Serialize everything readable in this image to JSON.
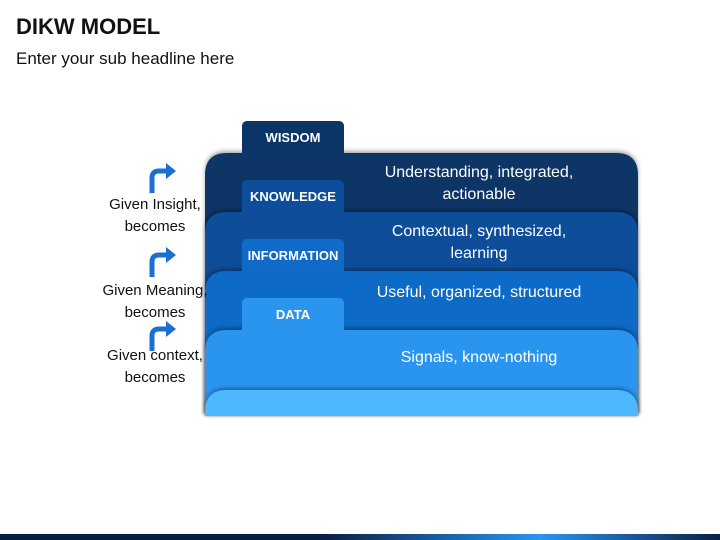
{
  "header": {
    "title": "DIKW MODEL",
    "subtitle": "Enter your sub headline here"
  },
  "layers": [
    {
      "tab": "WISDOM",
      "description_lines": [
        "Understanding, integrated,",
        "actionable"
      ],
      "color": "#0a3566"
    },
    {
      "tab": "KNOWLEDGE",
      "description_lines": [
        "Contextual, synthesized,",
        "learning"
      ],
      "color": "#0d4d99"
    },
    {
      "tab": "INFORMATION",
      "description_lines": [
        "Useful, organized, structured"
      ],
      "color": "#0f6bc7"
    },
    {
      "tab": "DATA",
      "description_lines": [
        "Signals, know-nothing"
      ],
      "color": "#2a95ef"
    },
    {
      "tab": "",
      "description_lines": [],
      "color": "#4db8ff"
    }
  ],
  "transitions": [
    {
      "lines": [
        "Given Insight,",
        "becomes"
      ]
    },
    {
      "lines": [
        "Given Meaning,",
        "becomes"
      ]
    },
    {
      "lines": [
        "Given context,",
        "becomes"
      ]
    }
  ],
  "colors": {
    "arrow": "#1a6fd1",
    "text_dark": "#111111",
    "text_light": "#ffffff",
    "footer_dark": "#0a1f44",
    "footer_light": "#2a95ef"
  }
}
